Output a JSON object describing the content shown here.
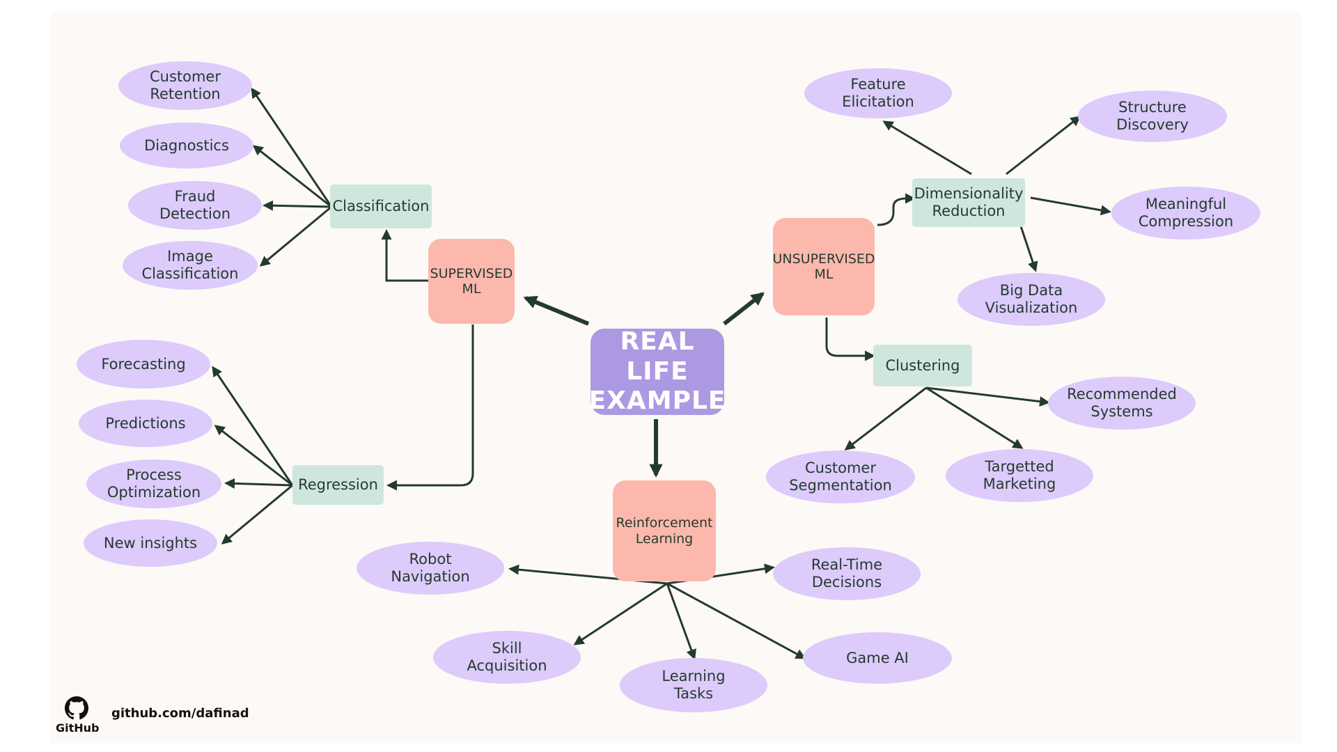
{
  "center": "REAL LIFE\nEXAMPLE",
  "branches": {
    "supervised": "SUPERVISED\nML",
    "unsupervised": "UNSUPERVISED\nML",
    "reinforcement": "Reinforcement\nLearning"
  },
  "categories": {
    "classification": "Classification",
    "regression": "Regression",
    "dimensionality": "Dimensionality\nReduction",
    "clustering": "Clustering"
  },
  "leaves": {
    "customer_retention": "Customer\nRetention",
    "diagnostics": "Diagnostics",
    "fraud_detection": "Fraud\nDetection",
    "image_classification": "Image\nClassification",
    "forecasting": "Forecasting",
    "predictions": "Predictions",
    "process_optimization": "Process\nOptimization",
    "new_insights": "New insights",
    "feature_elicitation": "Feature\nElicitation",
    "structure_discovery": "Structure\nDiscovery",
    "meaningful_compression": "Meaningful\nCompression",
    "big_data_visualization": "Big Data\nVisualization",
    "recommended_systems": "Recommended\nSystems",
    "targetted_marketing": "Targetted\nMarketing",
    "customer_segmentation": "Customer\nSegmentation",
    "robot_navigation": "Robot\nNavigation",
    "real_time_decisions": "Real-Time\nDecisions",
    "skill_acquisition": "Skill\nAcquisition",
    "learning_tasks": "Learning\nTasks",
    "game_ai": "Game AI"
  },
  "footer": {
    "logo_text": "GitHub",
    "link": "github.com/dafinad",
    "icon": "github-octocat-icon"
  },
  "colors": {
    "background": "#fdf9f6",
    "center": "#ad98e2",
    "branch": "#fcb8ad",
    "category": "#cfe6df",
    "leaf": "#dccbfb",
    "arrow": "#243a2f"
  }
}
